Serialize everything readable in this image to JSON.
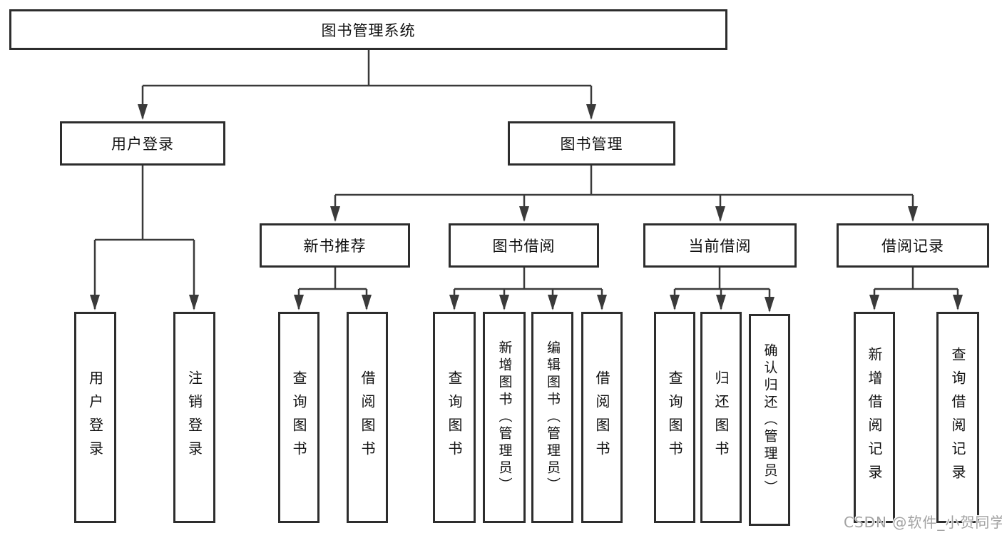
{
  "tree": {
    "root": "图书管理系统",
    "userLogin": {
      "label": "用户登录",
      "children": [
        "用户登录",
        "注销登录"
      ]
    },
    "bookManagement": {
      "label": "图书管理",
      "groups": [
        {
          "label": "新书推荐",
          "children": [
            "查询图书",
            "借阅图书"
          ]
        },
        {
          "label": "图书借阅",
          "children": [
            "查询图书",
            "新增图书（管理员）",
            "编辑图书（管理员）",
            "借阅图书"
          ]
        },
        {
          "label": "当前借阅",
          "children": [
            "查询图书",
            "归还图书",
            "确认归还（管理员）"
          ]
        },
        {
          "label": "借阅记录",
          "children": [
            "新增借阅记录",
            "查询借阅记录"
          ]
        }
      ]
    }
  },
  "watermark": "CSDN @软件_小贺同学",
  "colors": {
    "line": "#3a3a3a",
    "border": "#2d2d2d",
    "text": "#111111",
    "watermark": "#a3a3a3",
    "background": "#ffffff"
  }
}
